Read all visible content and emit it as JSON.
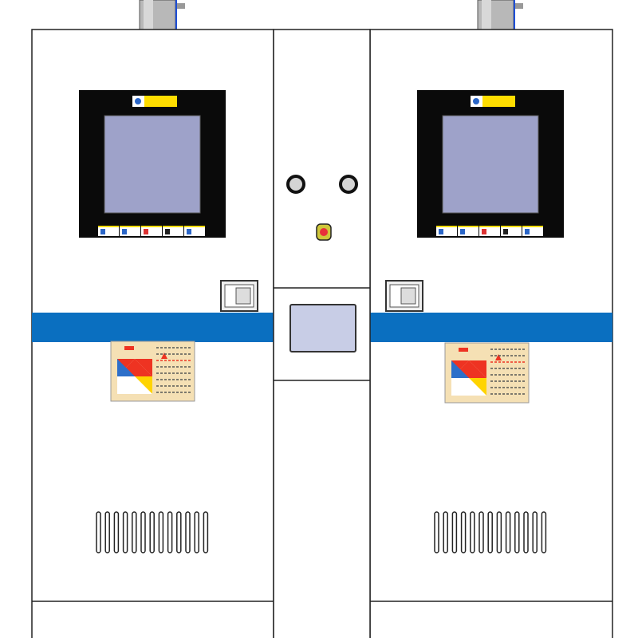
{
  "colors": {
    "background": "#ffffff",
    "outline": "#222222",
    "accent_band": "#0a6fc0",
    "screen_bezel": "#0a0a0a",
    "screen": "#9ea2c9",
    "center_display": "#c8cde6",
    "warning_label": "#f5e0b4",
    "yellow_label": "#ffdd00",
    "pipe": "#b8b8b8",
    "pipe_line": "#1e4fd8",
    "stop_button": "#e8303a"
  },
  "icons": {
    "knob": "rotary-knob-icon",
    "stop_button": "emergency-stop-icon",
    "latch": "door-latch-icon",
    "hazard": "nfpa-hazard-diamond-icon",
    "vent": "vent-louver-icon"
  },
  "units": [
    "left",
    "right"
  ],
  "vent_slots": 13
}
